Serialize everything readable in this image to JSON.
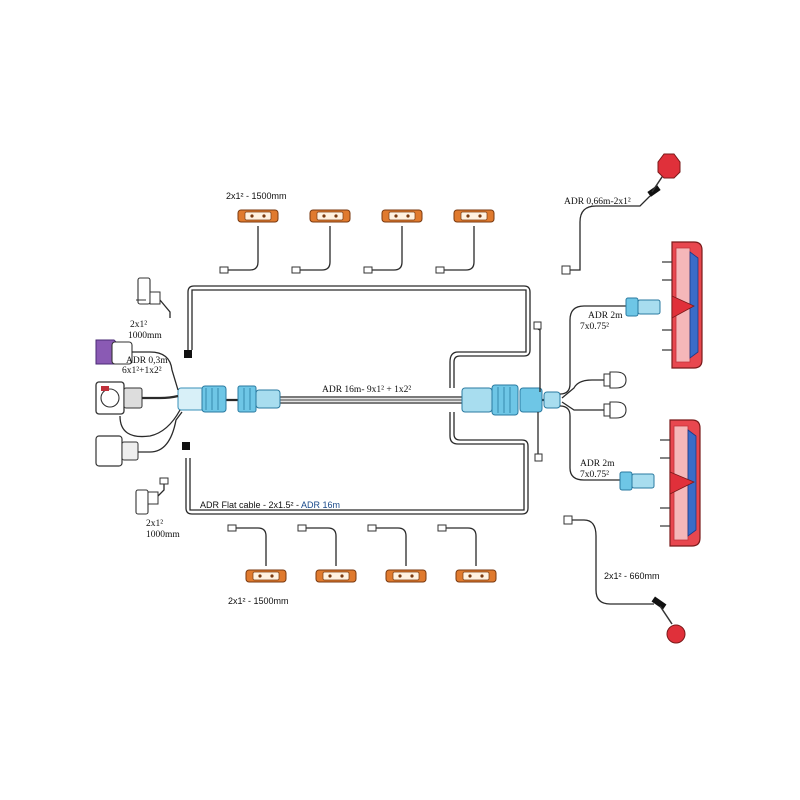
{
  "labels": {
    "top_marker_cable": "2x1² - 1500mm",
    "bottom_marker_cable": "2x1² - 1500mm",
    "top_left_cable_1": "2x1²",
    "top_left_cable_2": "1000mm",
    "bottom_left_cable_1": "2x1²",
    "bottom_left_cable_2": "1000mm",
    "adr_short_1": "ADR 0,3m",
    "adr_short_2": "6x1²+1x2²",
    "main_cable": "ADR 16m- 9x1² + 1x2²",
    "flat_cable": "ADR Flat cable - 2x1.5² - ",
    "flat_cable_len": "ADR 16m",
    "top_right_cable": "ADR 0,66m-2x1²",
    "rear_upper_1": "ADR 2m",
    "rear_upper_2": "7x0.75²",
    "rear_lower_1": "ADR 2m",
    "rear_lower_2": "7x0.75²",
    "bottom_right_cable": "2x1² - 660mm"
  },
  "colors": {
    "marker_orange": "#e07a2e",
    "connector_blue": "#6ec6e6",
    "tail_red": "#e0303a",
    "tail_blue": "#3a6cc8",
    "socket_purple": "#8a5ab4",
    "wire": "#2a2a2a"
  }
}
